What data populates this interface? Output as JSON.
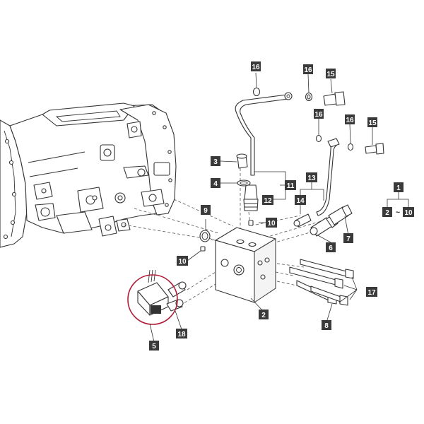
{
  "callouts": {
    "c16a": "16",
    "c16b": "16",
    "c15a": "15",
    "c16c": "16",
    "c16d": "16",
    "c15b": "15",
    "c3": "3",
    "c4": "4",
    "c11": "11",
    "c12": "12",
    "c13": "13",
    "c14": "14",
    "c9": "9",
    "c10a": "10",
    "c10b": "10",
    "c6": "6",
    "c7": "7",
    "c2": "2",
    "c17": "17",
    "c8": "8",
    "c18": "18",
    "c5": "5"
  },
  "legend": {
    "group": "1",
    "range_start": "2",
    "range_sep": "~",
    "range_end": "10"
  },
  "colors": {
    "callout_fill": "#3a3a3a",
    "highlight_circle": "#b0203a"
  }
}
